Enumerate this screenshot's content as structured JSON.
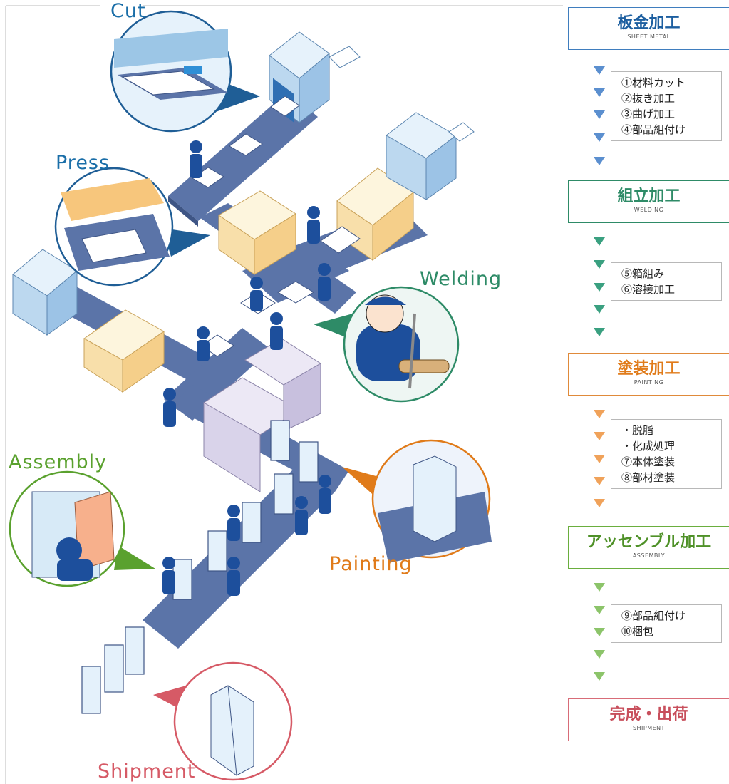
{
  "labels": {
    "cut": "Cut",
    "press": "Press",
    "welding": "Welding",
    "assembly": "Assembly",
    "painting": "Painting",
    "shipment": "Shipment"
  },
  "colors": {
    "cut": "#1a6ea8",
    "press": "#1a6ea8",
    "welding": "#2e8b67",
    "assembly": "#5aa12e",
    "painting": "#e07b1a",
    "shipment": "#d65a66",
    "conveyor": "#5b74a8",
    "worker": "#1d4f9c"
  },
  "stages": [
    {
      "id": "sheet-metal",
      "title": "板金加工",
      "subtitle": "SHEET METAL",
      "color": "#1d5fa0",
      "steps": [
        "①材料カット",
        "②抜き加工",
        "③曲げ加工",
        "④部品組付け"
      ]
    },
    {
      "id": "welding",
      "title": "組立加工",
      "subtitle": "WELDING",
      "color": "#2e8b67",
      "steps": [
        "⑤箱組み",
        "⑥溶接加工"
      ]
    },
    {
      "id": "painting",
      "title": "塗装加工",
      "subtitle": "PAINTING",
      "color": "#e07b1a",
      "steps": [
        "・脱脂",
        "・化成処理",
        "⑦本体塗装",
        "⑧部材塗装"
      ]
    },
    {
      "id": "assembly",
      "title": "アッセンブル加工",
      "subtitle": "ASSEMBLY",
      "color": "#5aa12e",
      "steps": [
        "⑨部品組付け",
        "⑩梱包"
      ]
    },
    {
      "id": "shipment",
      "title": "完成・出荷",
      "subtitle": "SHIPMENT",
      "color": "#d65a66",
      "steps": []
    }
  ]
}
